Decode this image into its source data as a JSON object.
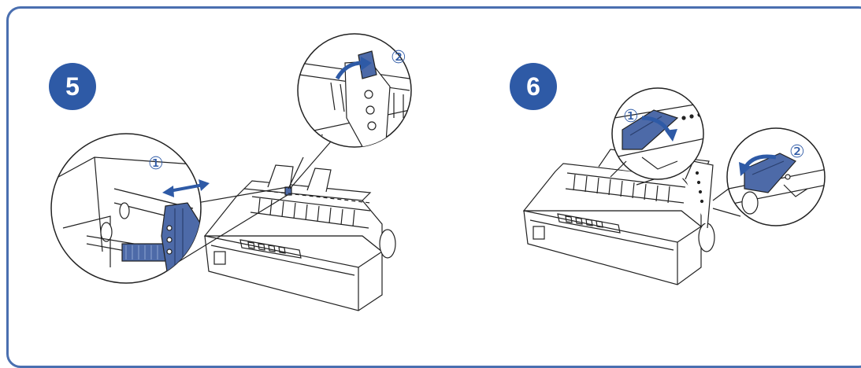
{
  "steps": [
    {
      "number": "5",
      "callouts": [
        "①",
        "②"
      ]
    },
    {
      "number": "6",
      "callouts": [
        "①",
        "②"
      ]
    }
  ],
  "colors": {
    "accent": "#2e5aa6",
    "frame": "#4a6fb0",
    "part": "#4d6aa8",
    "line": "#222222",
    "dot": "#c0451c"
  }
}
